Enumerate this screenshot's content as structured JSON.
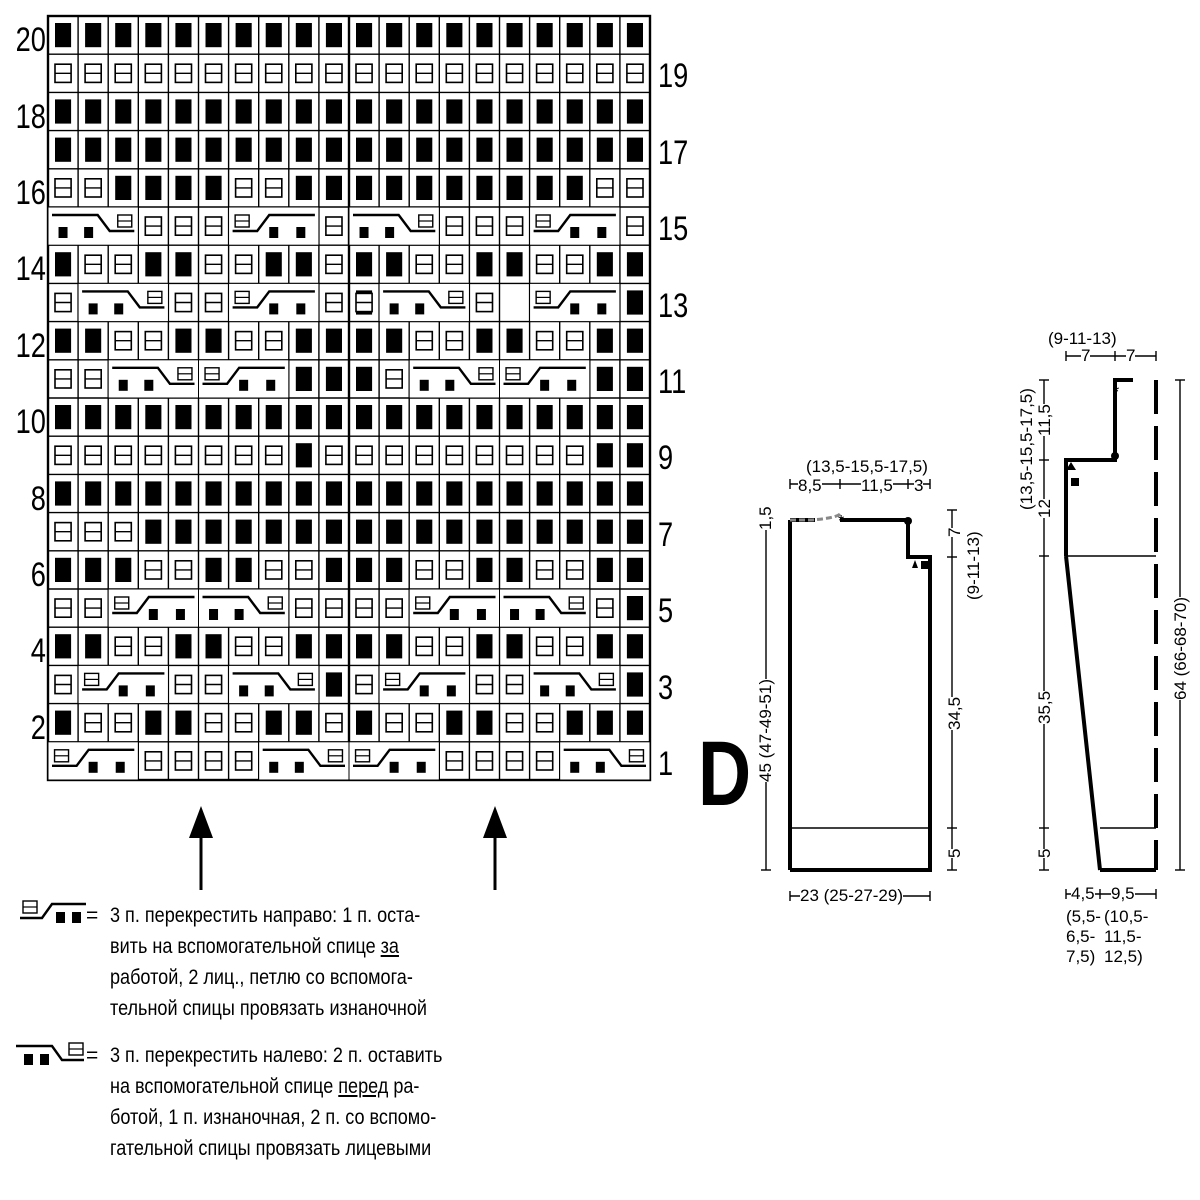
{
  "chart": {
    "row_labels": [
      "1",
      "2",
      "3",
      "4",
      "5",
      "6",
      "7",
      "8",
      "9",
      "10",
      "11",
      "12",
      "13",
      "14",
      "15",
      "16",
      "17",
      "18",
      "19",
      "20"
    ],
    "arrows": 2
  },
  "legend": [
    {
      "lines": [
        "3 п. перекрестить направо: 1 п. оста-",
        "вить на вспомогательной спице |за|",
        "работой, 2 лиц., петлю со вспомога-",
        "тельной спицы провязать изнаночной"
      ]
    },
    {
      "lines": [
        "3 п. перекрестить налево: 2 п. оставить",
        "на вспомогательной спице |перед| ра-",
        "ботой, 1 п. изнаночная, 2 п. со вспомо-",
        "гательной спицы провязать лицевыми"
      ]
    }
  ],
  "legend_eq": "=",
  "section_letter": "D",
  "front": {
    "top_total": "(13,5-15,5-17,5)",
    "top_parts": [
      "8,5",
      "11,5",
      "3"
    ],
    "left_top": "1,5",
    "left_total": "45 (47-49-51)",
    "right_upper": "7",
    "right_upper_alt": "(9-11-13)",
    "right_mid": "34,5",
    "right_bottom": "5",
    "bottom_width": "23 (25-27-29)"
  },
  "sleeve": {
    "top_total": "(9-11-13)",
    "top_parts": [
      "7",
      "7"
    ],
    "left_top": "(13,5-15,5-17,5)",
    "left_upper": "11,5",
    "left_mid": "12",
    "left_lower": "35,5",
    "left_bottom": "5",
    "right_total": "64 (66-68-70)",
    "bottom_a": "4,5",
    "bottom_b": "9,5",
    "bottom_a_alt": [
      "(5,5-",
      "6,5-",
      "7,5)"
    ],
    "bottom_b_alt": [
      "(10,5-",
      "11,5-",
      "12,5)"
    ]
  }
}
